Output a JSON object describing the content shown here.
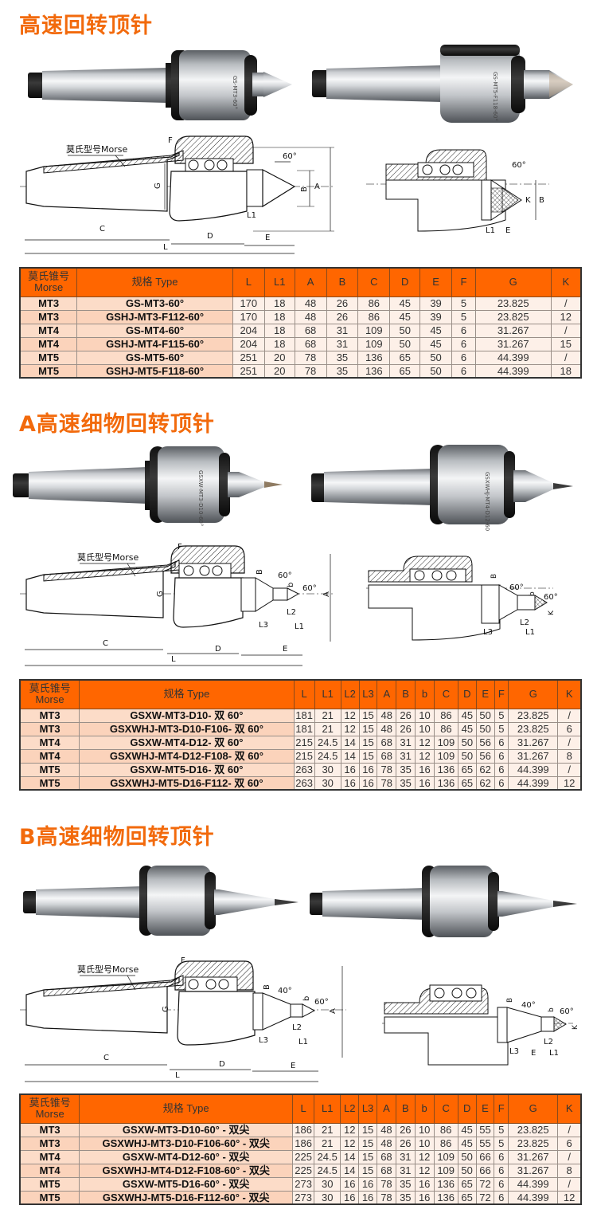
{
  "sections": [
    {
      "title": "高速回转顶针",
      "morse_label": "莫氏型号Morse",
      "angle_label": "60°",
      "dims_main": [
        "F",
        "G",
        "B",
        "A",
        "L1",
        "C",
        "D",
        "E",
        "L"
      ],
      "dims_detail": [
        "60°",
        "K",
        "B",
        "L1",
        "E"
      ],
      "table": {
        "headers": [
          "莫氏锥号",
          "Morse",
          "规格 Type",
          "L",
          "L1",
          "A",
          "B",
          "C",
          "D",
          "E",
          "F",
          "G",
          "K"
        ],
        "rows": [
          {
            "morse": "MT3",
            "type": "GS-MT3-60°",
            "values": [
              "170",
              "18",
              "48",
              "26",
              "86",
              "45",
              "39",
              "5",
              "23.825",
              "/"
            ]
          },
          {
            "morse": "MT3",
            "type": "GSHJ-MT3-F112-60°",
            "values": [
              "170",
              "18",
              "48",
              "26",
              "86",
              "45",
              "39",
              "5",
              "23.825",
              "12"
            ]
          },
          {
            "morse": "MT4",
            "type": "GS-MT4-60°",
            "values": [
              "204",
              "18",
              "68",
              "31",
              "109",
              "50",
              "45",
              "6",
              "31.267",
              "/"
            ]
          },
          {
            "morse": "MT4",
            "type": "GSHJ-MT4-F115-60°",
            "values": [
              "204",
              "18",
              "68",
              "31",
              "109",
              "50",
              "45",
              "6",
              "31.267",
              "15"
            ]
          },
          {
            "morse": "MT5",
            "type": "GS-MT5-60°",
            "values": [
              "251",
              "20",
              "78",
              "35",
              "136",
              "65",
              "50",
              "6",
              "44.399",
              "/"
            ]
          },
          {
            "morse": "MT5",
            "type": "GSHJ-MT5-F118-60°",
            "values": [
              "251",
              "20",
              "78",
              "35",
              "136",
              "65",
              "50",
              "6",
              "44.399",
              "18"
            ]
          }
        ]
      }
    },
    {
      "title": "A高速细物回转顶针",
      "morse_label": "莫氏型号Morse",
      "angle_label": "60°",
      "angle_label2": "60°",
      "dims_main": [
        "F",
        "G",
        "B",
        "b",
        "A",
        "L2",
        "L3",
        "L1",
        "C",
        "D",
        "E",
        "L"
      ],
      "dims_detail": [
        "B",
        "60°",
        "b",
        "60°",
        "K",
        "L2",
        "L3",
        "L1"
      ],
      "table": {
        "headers": [
          "莫氏锥号",
          "Morse",
          "规格 Type",
          "L",
          "L1",
          "L2",
          "L3",
          "A",
          "B",
          "b",
          "C",
          "D",
          "E",
          "F",
          "G",
          "K"
        ],
        "rows": [
          {
            "morse": "MT3",
            "type": "GSXW-MT3-D10- 双 60°",
            "values": [
              "181",
              "21",
              "12",
              "15",
              "48",
              "26",
              "10",
              "86",
              "45",
              "50",
              "5",
              "23.825",
              "/"
            ]
          },
          {
            "morse": "MT3",
            "type": "GSXWHJ-MT3-D10-F106- 双 60°",
            "values": [
              "181",
              "21",
              "12",
              "15",
              "48",
              "26",
              "10",
              "86",
              "45",
              "50",
              "5",
              "23.825",
              "6"
            ]
          },
          {
            "morse": "MT4",
            "type": "GSXW-MT4-D12- 双 60°",
            "values": [
              "215",
              "24.5",
              "14",
              "15",
              "68",
              "31",
              "12",
              "109",
              "50",
              "56",
              "6",
              "31.267",
              "/"
            ]
          },
          {
            "morse": "MT4",
            "type": "GSXWHJ-MT4-D12-F108- 双 60°",
            "values": [
              "215",
              "24.5",
              "14",
              "15",
              "68",
              "31",
              "12",
              "109",
              "50",
              "56",
              "6",
              "31.267",
              "8"
            ]
          },
          {
            "morse": "MT5",
            "type": "GSXW-MT5-D16- 双 60°",
            "values": [
              "263",
              "30",
              "16",
              "16",
              "78",
              "35",
              "16",
              "136",
              "65",
              "62",
              "6",
              "44.399",
              "/"
            ]
          },
          {
            "morse": "MT5",
            "type": "GSXWHJ-MT5-D16-F112- 双 60°",
            "values": [
              "263",
              "30",
              "16",
              "16",
              "78",
              "35",
              "16",
              "136",
              "65",
              "62",
              "6",
              "44.399",
              "12"
            ]
          }
        ]
      }
    },
    {
      "title": "B高速细物回转顶针",
      "morse_label": "莫氏型号Morse",
      "angle_label": "40°",
      "angle_label2": "60°",
      "dims_main": [
        "F",
        "G",
        "B",
        "b",
        "A",
        "L2",
        "L3",
        "L1",
        "C",
        "D",
        "E",
        "L"
      ],
      "dims_detail": [
        "B",
        "40°",
        "b",
        "60°",
        "K",
        "L2",
        "L3",
        "E",
        "L1"
      ],
      "table": {
        "headers": [
          "莫氏锥号",
          "Morse",
          "规格 Type",
          "L",
          "L1",
          "L2",
          "L3",
          "A",
          "B",
          "b",
          "C",
          "D",
          "E",
          "F",
          "G",
          "K"
        ],
        "rows": [
          {
            "morse": "MT3",
            "type": "GSXW-MT3-D10-60°  - 双尖",
            "values": [
              "186",
              "21",
              "12",
              "15",
              "48",
              "26",
              "10",
              "86",
              "45",
              "55",
              "5",
              "23.825",
              "/"
            ]
          },
          {
            "morse": "MT3",
            "type": "GSXWHJ-MT3-D10-F106-60°  - 双尖",
            "values": [
              "186",
              "21",
              "12",
              "15",
              "48",
              "26",
              "10",
              "86",
              "45",
              "55",
              "5",
              "23.825",
              "6"
            ]
          },
          {
            "morse": "MT4",
            "type": "GSXW-MT4-D12-60°  - 双尖",
            "values": [
              "225",
              "24.5",
              "14",
              "15",
              "68",
              "31",
              "12",
              "109",
              "50",
              "66",
              "6",
              "31.267",
              "/"
            ]
          },
          {
            "morse": "MT4",
            "type": "GSXWHJ-MT4-D12-F108-60°  - 双尖",
            "values": [
              "225",
              "24.5",
              "14",
              "15",
              "68",
              "31",
              "12",
              "109",
              "50",
              "66",
              "6",
              "31.267",
              "8"
            ]
          },
          {
            "morse": "MT5",
            "type": "GSXW-MT5-D16-60°  - 双尖",
            "values": [
              "273",
              "30",
              "16",
              "16",
              "78",
              "35",
              "16",
              "136",
              "65",
              "72",
              "6",
              "44.399",
              "/"
            ]
          },
          {
            "morse": "MT5",
            "type": "GSXWHJ-MT5-D16-F112-60°  - 双尖",
            "values": [
              "273",
              "30",
              "16",
              "16",
              "78",
              "35",
              "16",
              "136",
              "65",
              "72",
              "6",
              "44.399",
              "12"
            ]
          }
        ]
      }
    }
  ],
  "colors": {
    "accent": "#f26a0c",
    "table_header": "#ff6600",
    "row_label_bg": "#fcdcc8",
    "row_value_bg": "#fdf0e8"
  }
}
